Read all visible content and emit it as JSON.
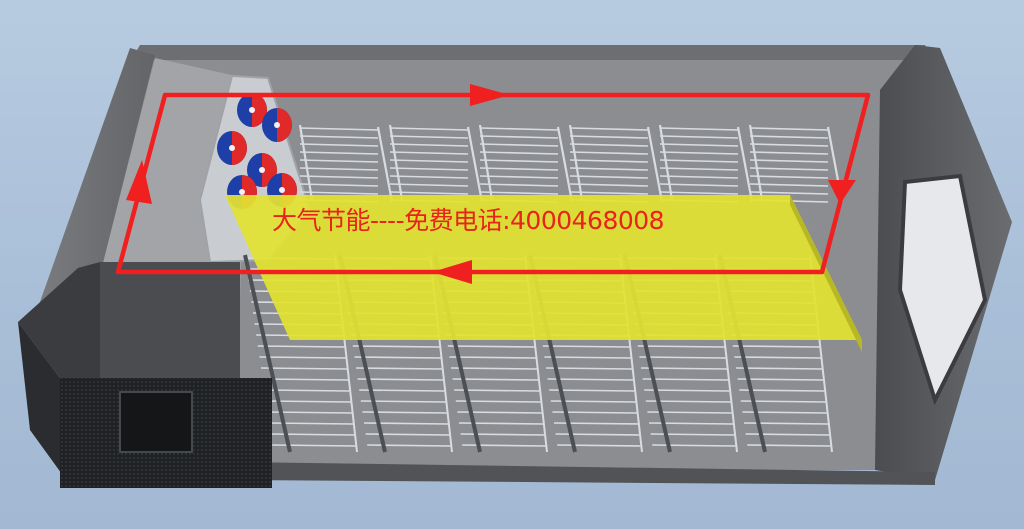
{
  "annotation": {
    "text": "大气节能----免费电话:4000468008"
  },
  "colors": {
    "background": "#aec3db",
    "chamber_floor": "#8a8c90",
    "chamber_wall": "#5e6063",
    "airflow_arrow": "#f02020",
    "duct": "#e0e033",
    "caption": "#e8241a",
    "rack": "#d8dce2",
    "heat_pump_unit": "#26282b",
    "fan_blade_red": "#e02a2a",
    "fan_blade_blue": "#1e3ea8"
  },
  "diagram": {
    "subject": "drying-room-airflow",
    "rack_columns_upper": 6,
    "rack_columns_lower": 6,
    "fan_count": 6,
    "airflow": [
      "top-right",
      "right-down",
      "bottom-left",
      "left-up"
    ]
  }
}
